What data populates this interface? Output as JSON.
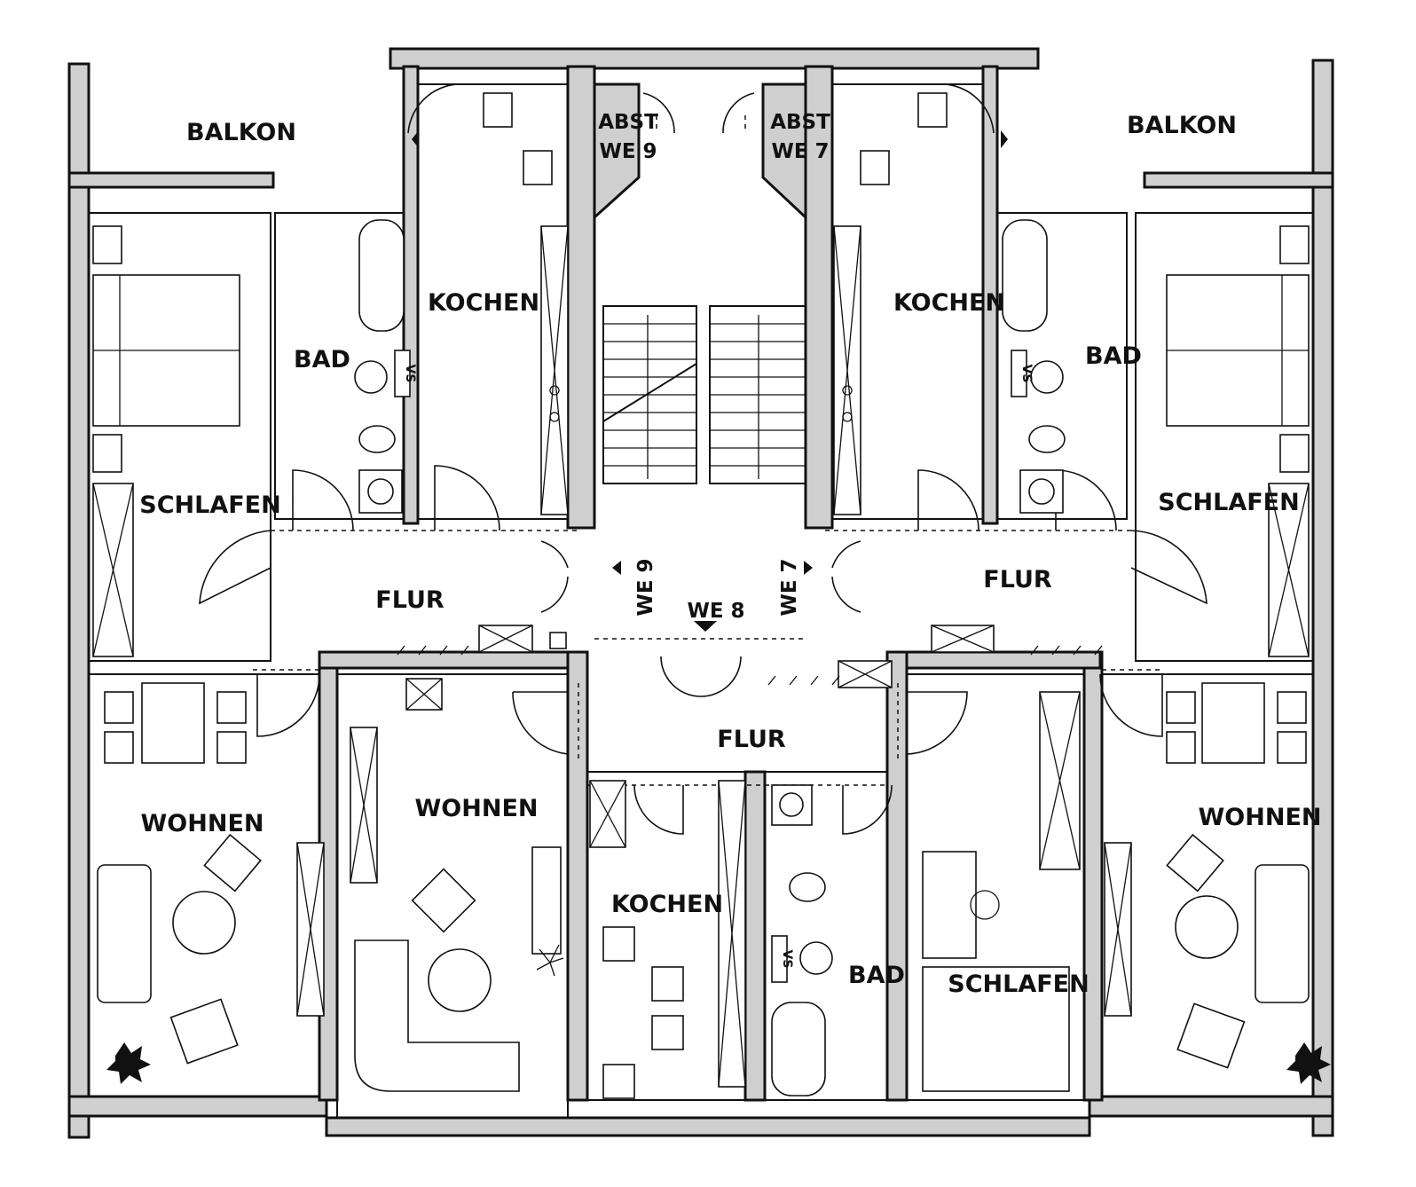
{
  "plan": {
    "rooms": {
      "balkon_left": "BALKON",
      "balkon_right": "BALKON",
      "kochen_left": "KOCHEN",
      "kochen_right": "KOCHEN",
      "kochen_bottom": "KOCHEN",
      "bad_left": "BAD",
      "bad_right": "BAD",
      "bad_bottom": "BAD",
      "schlafen_left": "SCHLAFEN",
      "schlafen_right": "SCHLAFEN",
      "schlafen_bottom": "SCHLAFEN",
      "flur_left": "FLUR",
      "flur_right": "FLUR",
      "flur_bottom": "FLUR",
      "wohnen_left": "WOHNEN",
      "wohnen_center": "WOHNEN",
      "wohnen_right": "WOHNEN"
    },
    "storage": {
      "abst_left_1": "ABST",
      "abst_left_2": "WE 9",
      "abst_right_1": "ABST",
      "abst_right_2": "WE 7"
    },
    "units": {
      "we9": "WE 9",
      "we8": "WE 8",
      "we7": "WE 7"
    },
    "fixtures": {
      "vs": "VS"
    }
  }
}
